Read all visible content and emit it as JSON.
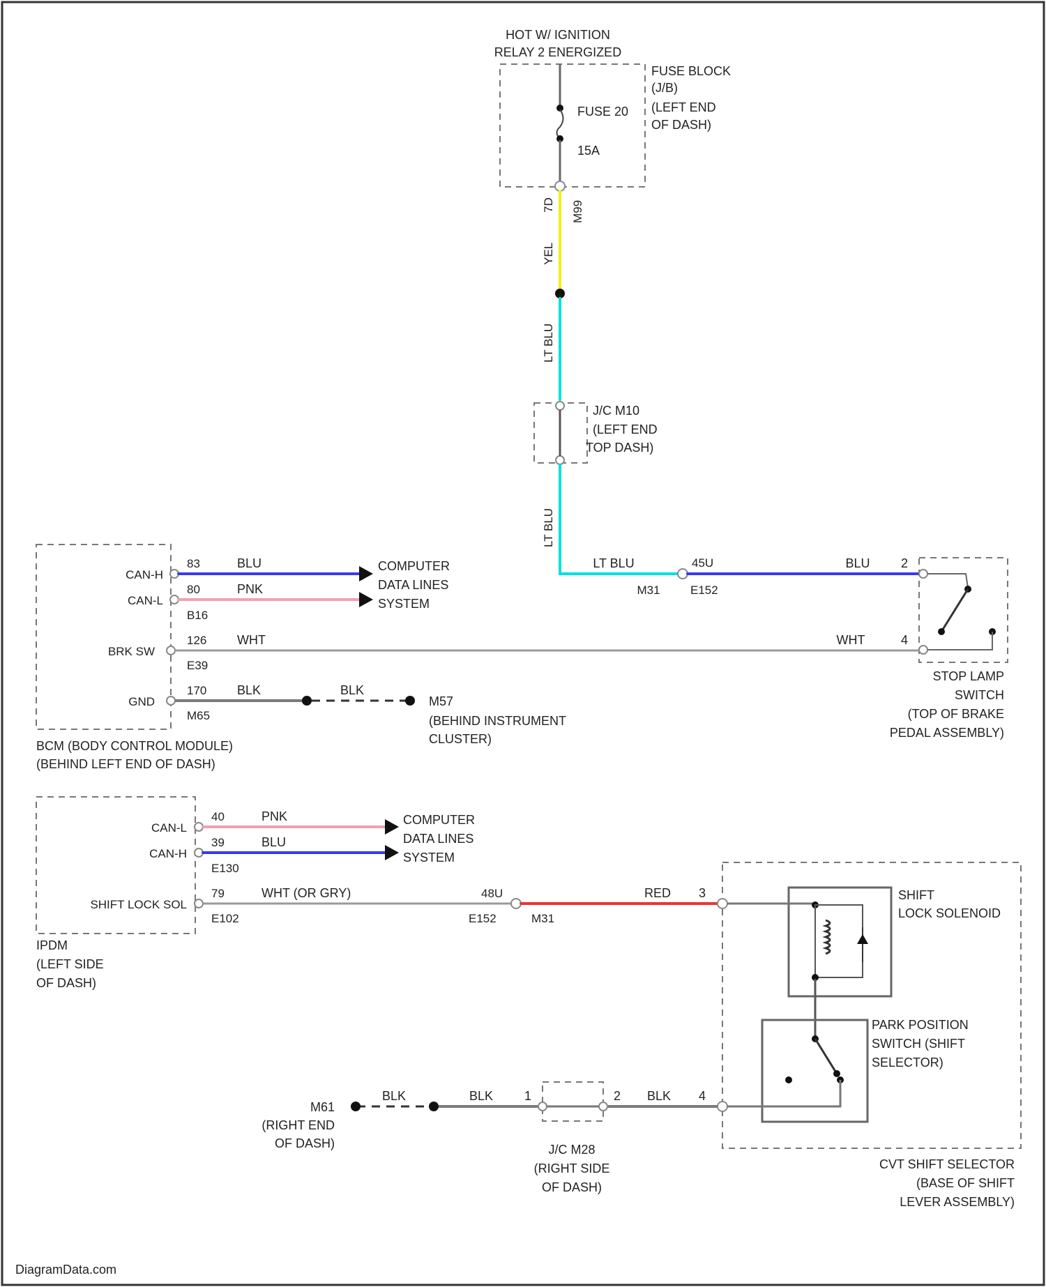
{
  "colors": {
    "yel": "#f2ee1a",
    "lt_blu": "#00e0e0",
    "blu": "#3a3aee",
    "pnk": "#f2a0b0",
    "red": "#ee3333",
    "gray_wire": "#9a9a9a",
    "blk": "#333333"
  },
  "power": {
    "source_line1": "HOT W/ IGNITION",
    "source_line2": "RELAY 2 ENERGIZED"
  },
  "fuse_block": {
    "label_line1": "FUSE BLOCK",
    "label_line2": "(J/B)",
    "label_line3": "(LEFT END",
    "label_line4": "OF DASH)",
    "fuse_name": "FUSE 20",
    "fuse_rating": "15A",
    "pin": "7D",
    "connector": "M99"
  },
  "wires": {
    "yel": "YEL",
    "lt_blu_upper": "LT BLU",
    "lt_blu_lower": "LT BLU",
    "lt_blu_horizontal": "LT BLU",
    "blu": "BLU",
    "pnk": "PNK",
    "wht": "WHT",
    "wht_or_gry": "WHT (OR GRY)",
    "red": "RED",
    "blk": "BLK"
  },
  "jc_m10": {
    "line1": "J/C M10",
    "line2": "(LEFT END",
    "line3": "TOP DASH)"
  },
  "inline_connector_1": {
    "left_connector": "M31",
    "right_pin": "45U",
    "right_connector": "E152"
  },
  "stop_lamp_switch": {
    "pin_top": "2",
    "pin_bottom": "4",
    "line1": "STOP LAMP",
    "line2": "SWITCH",
    "line3": "(TOP OF BRAKE",
    "line4": "PEDAL ASSEMBLY)"
  },
  "bcm": {
    "pins": [
      {
        "name": "CAN-H",
        "pin": "83",
        "wire": "BLU"
      },
      {
        "name": "CAN-L",
        "pin": "80",
        "wire": "PNK"
      },
      {
        "name": "BRK SW",
        "pin": "126",
        "wire": "WHT"
      },
      {
        "name": "GND",
        "pin": "170",
        "wire": "BLK"
      }
    ],
    "conn_can": "B16",
    "conn_brk": "E39",
    "conn_gnd": "M65",
    "label_line1": "BCM (BODY CONTROL MODULE)",
    "label_line2": "(BEHIND LEFT END OF DASH)"
  },
  "computer_data_1": {
    "line1": "COMPUTER",
    "line2": "DATA LINES",
    "line3": "SYSTEM"
  },
  "ground_m57": {
    "name": "M57",
    "line1": "(BEHIND INSTRUMENT",
    "line2": "CLUSTER)"
  },
  "ipdm": {
    "pins": [
      {
        "name": "CAN-L",
        "pin": "40",
        "wire": "PNK"
      },
      {
        "name": "CAN-H",
        "pin": "39",
        "wire": "BLU"
      },
      {
        "name": "SHIFT LOCK SOL",
        "pin": "79",
        "wire": "WHT (OR GRY)"
      }
    ],
    "conn_can": "E130",
    "conn_sol": "E102",
    "label_line1": "IPDM",
    "label_line2": "(LEFT SIDE",
    "label_line3": "OF DASH)"
  },
  "computer_data_2": {
    "line1": "COMPUTER",
    "line2": "DATA LINES",
    "line3": "SYSTEM"
  },
  "inline_connector_2": {
    "pin": "48U",
    "left_connector": "E152",
    "right_connector": "M31"
  },
  "shift_selector": {
    "pin_sol": "3",
    "pin_gnd": "4",
    "solenoid_line1": "SHIFT",
    "solenoid_line2": "LOCK SOLENOID",
    "park_line1": "PARK POSITION",
    "park_line2": "SWITCH (SHIFT",
    "park_line3": "SELECTOR)",
    "label_line1": "CVT SHIFT SELECTOR",
    "label_line2": "(BASE OF SHIFT",
    "label_line3": "LEVER ASSEMBLY)"
  },
  "ground_m61": {
    "name": "M61",
    "line1": "(RIGHT END",
    "line2": "OF DASH)"
  },
  "jc_m28": {
    "pin_left": "1",
    "pin_right": "2",
    "line1": "J/C M28",
    "line2": "(RIGHT SIDE",
    "line3": "OF DASH)"
  },
  "footer": {
    "watermark": "DiagramData.com"
  }
}
